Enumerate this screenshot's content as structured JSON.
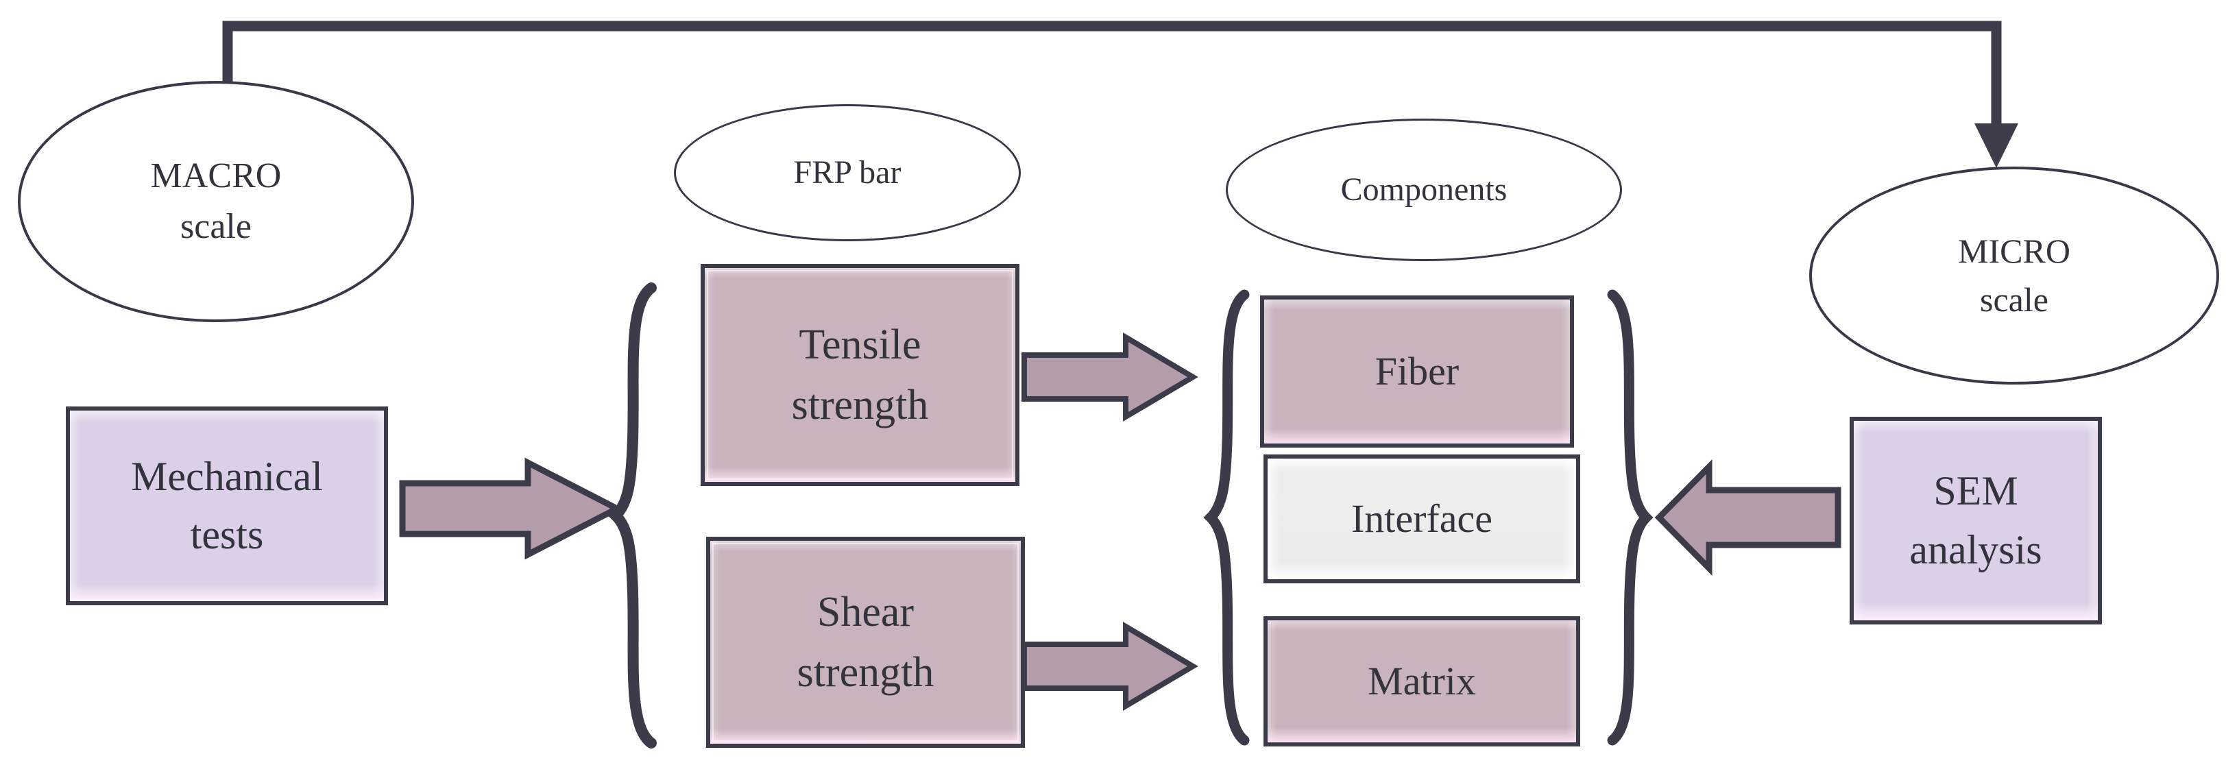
{
  "diagram": {
    "title": "Multiscale FRP bar characterisation flow",
    "palette": {
      "outline": "#383848",
      "arrow_fill": "#b49dab",
      "arrow_outline": "#3b3b4a",
      "lavender_fill": "#dcd0e8",
      "mauve_fill": "#c9b3be",
      "grey_fill": "#eaeaea",
      "text": "#33333d",
      "background": "#ffffff"
    },
    "nodes": {
      "macro_scale": {
        "line1": "MACRO",
        "line2": "scale"
      },
      "micro_scale": {
        "line1": "MICRO",
        "line2": "scale"
      },
      "frp_bar": {
        "label": "FRP bar"
      },
      "components": {
        "label": "Components"
      },
      "mechanical_tests": {
        "line1": "Mechanical",
        "line2": "tests"
      },
      "sem_analysis": {
        "line1": "SEM",
        "line2": "analysis"
      },
      "tensile_strength": {
        "line1": "Tensile",
        "line2": "strength"
      },
      "shear_strength": {
        "line1": "Shear",
        "line2": "strength"
      },
      "fiber": {
        "label": "Fiber"
      },
      "interface": {
        "label": "Interface"
      },
      "matrix": {
        "label": "Matrix"
      }
    },
    "connectors": [
      {
        "name": "top-bus-to-macro",
        "kind": "elbow-arrow",
        "from": "top-bus",
        "to": "macro_scale"
      },
      {
        "name": "top-bus-to-micro",
        "kind": "elbow-arrow",
        "from": "top-bus",
        "to": "micro_scale"
      },
      {
        "name": "mechanical-tests-to-bar-properties",
        "kind": "block-arrow-right",
        "from": "mechanical_tests",
        "to": "frp-bar-brace"
      },
      {
        "name": "tensile-to-components",
        "kind": "block-arrow-right",
        "from": "tensile_strength",
        "to": "components-brace"
      },
      {
        "name": "shear-to-components",
        "kind": "block-arrow-right",
        "from": "shear_strength",
        "to": "components-brace"
      },
      {
        "name": "sem-analysis-to-components",
        "kind": "block-arrow-left",
        "from": "sem_analysis",
        "to": "components-brace"
      }
    ],
    "braces": [
      {
        "name": "frp-bar-brace",
        "orientation": "left",
        "groups": [
          "tensile_strength",
          "shear_strength"
        ]
      },
      {
        "name": "components-brace-open",
        "orientation": "left",
        "groups": [
          "fiber",
          "interface",
          "matrix"
        ]
      },
      {
        "name": "components-brace-close",
        "orientation": "right",
        "groups": [
          "fiber",
          "interface",
          "matrix"
        ]
      }
    ]
  }
}
